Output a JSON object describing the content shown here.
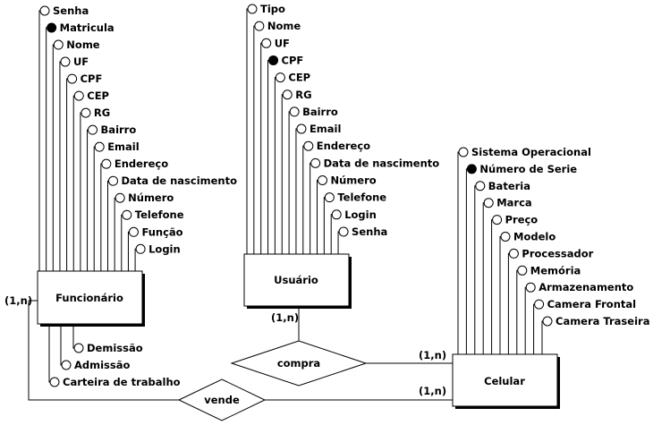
{
  "entities": {
    "funcionario": {
      "label": "Funcionário"
    },
    "usuario": {
      "label": "Usuário"
    },
    "celular": {
      "label": "Celular"
    }
  },
  "relationships": {
    "compra": {
      "label": "compra"
    },
    "vende": {
      "label": "vende"
    }
  },
  "cardinalities": {
    "funcionario_vende": "(1,n)",
    "usuario_compra": "(1,n)",
    "celular_compra": "(1,n)",
    "celular_vende": "(1,n)"
  },
  "funcionario_attrs_top": [
    {
      "label": "Senha",
      "key": false
    },
    {
      "label": "Matricula",
      "key": true
    },
    {
      "label": "Nome",
      "key": false
    },
    {
      "label": "UF",
      "key": false
    },
    {
      "label": "CPF",
      "key": false
    },
    {
      "label": "CEP",
      "key": false
    },
    {
      "label": "RG",
      "key": false
    },
    {
      "label": "Bairro",
      "key": false
    },
    {
      "label": "Email",
      "key": false
    },
    {
      "label": "Endereço",
      "key": false
    },
    {
      "label": "Data de nascimento",
      "key": false
    },
    {
      "label": "Número",
      "key": false
    },
    {
      "label": "Telefone",
      "key": false
    },
    {
      "label": "Função",
      "key": false
    },
    {
      "label": "Login",
      "key": false
    }
  ],
  "funcionario_attrs_bottom": [
    {
      "label": "Demissão",
      "key": false
    },
    {
      "label": "Admissão",
      "key": false
    },
    {
      "label": "Carteira de trabalho",
      "key": false
    }
  ],
  "usuario_attrs": [
    {
      "label": "Tipo",
      "key": false
    },
    {
      "label": "Nome",
      "key": false
    },
    {
      "label": "UF",
      "key": false
    },
    {
      "label": "CPF",
      "key": true
    },
    {
      "label": "CEP",
      "key": false
    },
    {
      "label": "RG",
      "key": false
    },
    {
      "label": "Bairro",
      "key": false
    },
    {
      "label": "Email",
      "key": false
    },
    {
      "label": "Endereço",
      "key": false
    },
    {
      "label": "Data de nascimento",
      "key": false
    },
    {
      "label": "Número",
      "key": false
    },
    {
      "label": "Telefone",
      "key": false
    },
    {
      "label": "Login",
      "key": false
    },
    {
      "label": "Senha",
      "key": false
    }
  ],
  "celular_attrs": [
    {
      "label": "Sistema Operacional",
      "key": false
    },
    {
      "label": "Número de Serie",
      "key": true
    },
    {
      "label": "Bateria",
      "key": false
    },
    {
      "label": "Marca",
      "key": false
    },
    {
      "label": "Preço",
      "key": false
    },
    {
      "label": "Modelo",
      "key": false
    },
    {
      "label": "Processador",
      "key": false
    },
    {
      "label": "Memória",
      "key": false
    },
    {
      "label": "Armazenamento",
      "key": false
    },
    {
      "label": "Camera Frontal",
      "key": false
    },
    {
      "label": "Camera Traseira",
      "key": false
    }
  ]
}
